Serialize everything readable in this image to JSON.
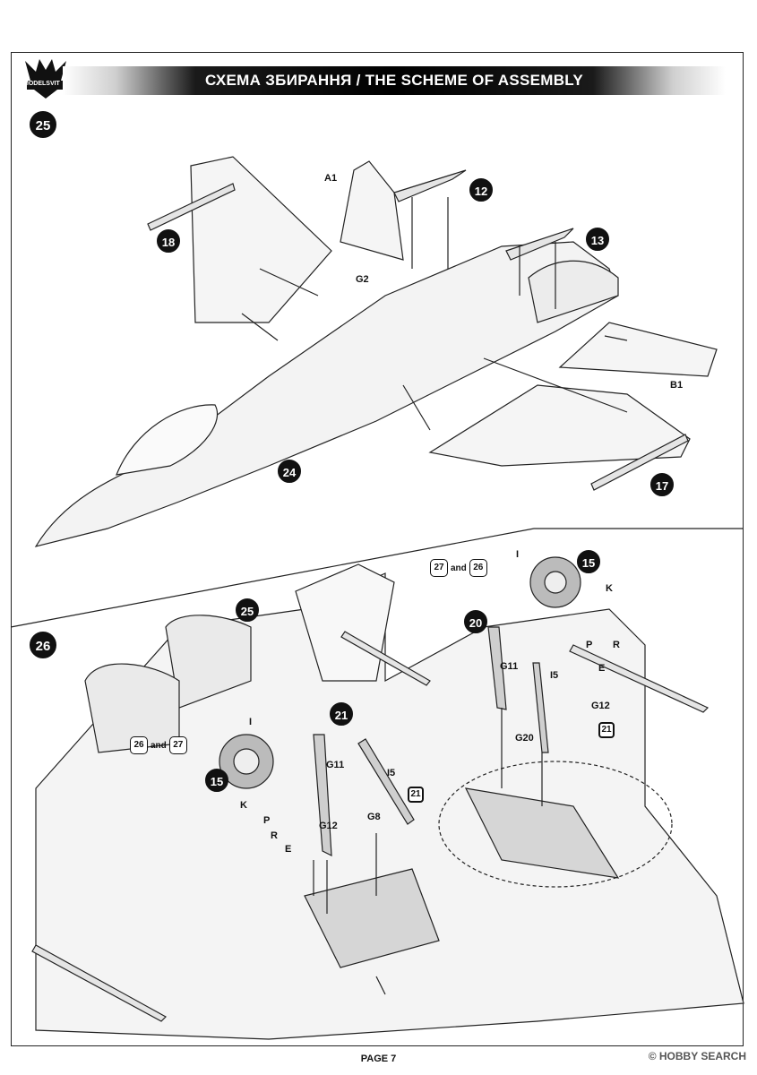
{
  "header": {
    "title": "СХЕМА ЗБИРАННЯ / THE SCHEME OF ASSEMBLY",
    "logo_text": "MODELSVIT"
  },
  "step25": {
    "badge": "25",
    "labels": {
      "a1": "A1",
      "g2": "G2",
      "b1": "B1"
    },
    "callouts": [
      "18",
      "12",
      "13",
      "24",
      "17"
    ]
  },
  "step26": {
    "badge": "26",
    "labels": {
      "g11_left": "G11",
      "g12_left": "G12",
      "g8": "G8",
      "i5_left": "I5",
      "g11_right": "G11",
      "i5_right": "I5",
      "g12_right": "G12",
      "g20": "G20",
      "i_left": "I",
      "k_left": "K",
      "p_left": "P",
      "r_left": "R",
      "e_left": "E",
      "i_right": "I",
      "k_right": "K",
      "p_right": "P",
      "r_right": "R",
      "e_right": "E"
    },
    "refs": {
      "left": {
        "a": "26",
        "and": "and",
        "b": "27"
      },
      "right": {
        "a": "27",
        "and": "and",
        "b": "26"
      }
    },
    "callouts": [
      "25",
      "21",
      "15",
      "21",
      "20",
      "15",
      "21"
    ]
  },
  "footer": {
    "page": "PAGE 7",
    "watermark": "© HOBBY SEARCH"
  }
}
